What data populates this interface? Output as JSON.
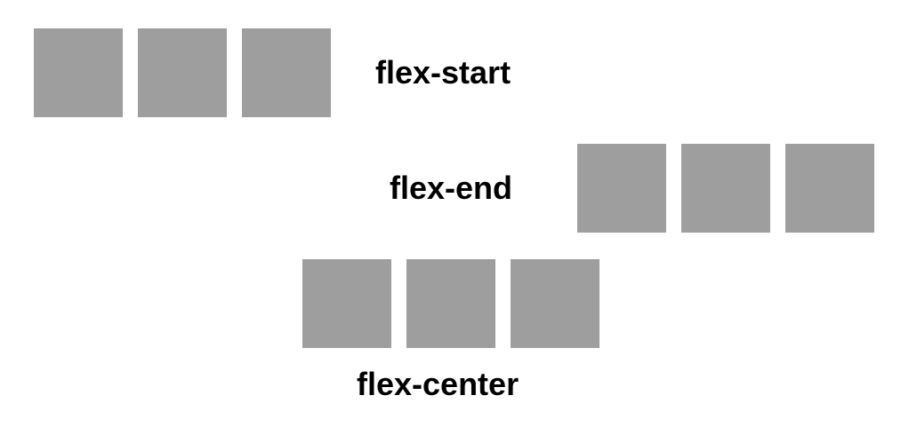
{
  "labels": {
    "start": "flex-start",
    "end": "flex-end",
    "center": "flex-center"
  },
  "colors": {
    "box": "#9e9e9e",
    "text": "#000000",
    "background": "#ffffff"
  }
}
